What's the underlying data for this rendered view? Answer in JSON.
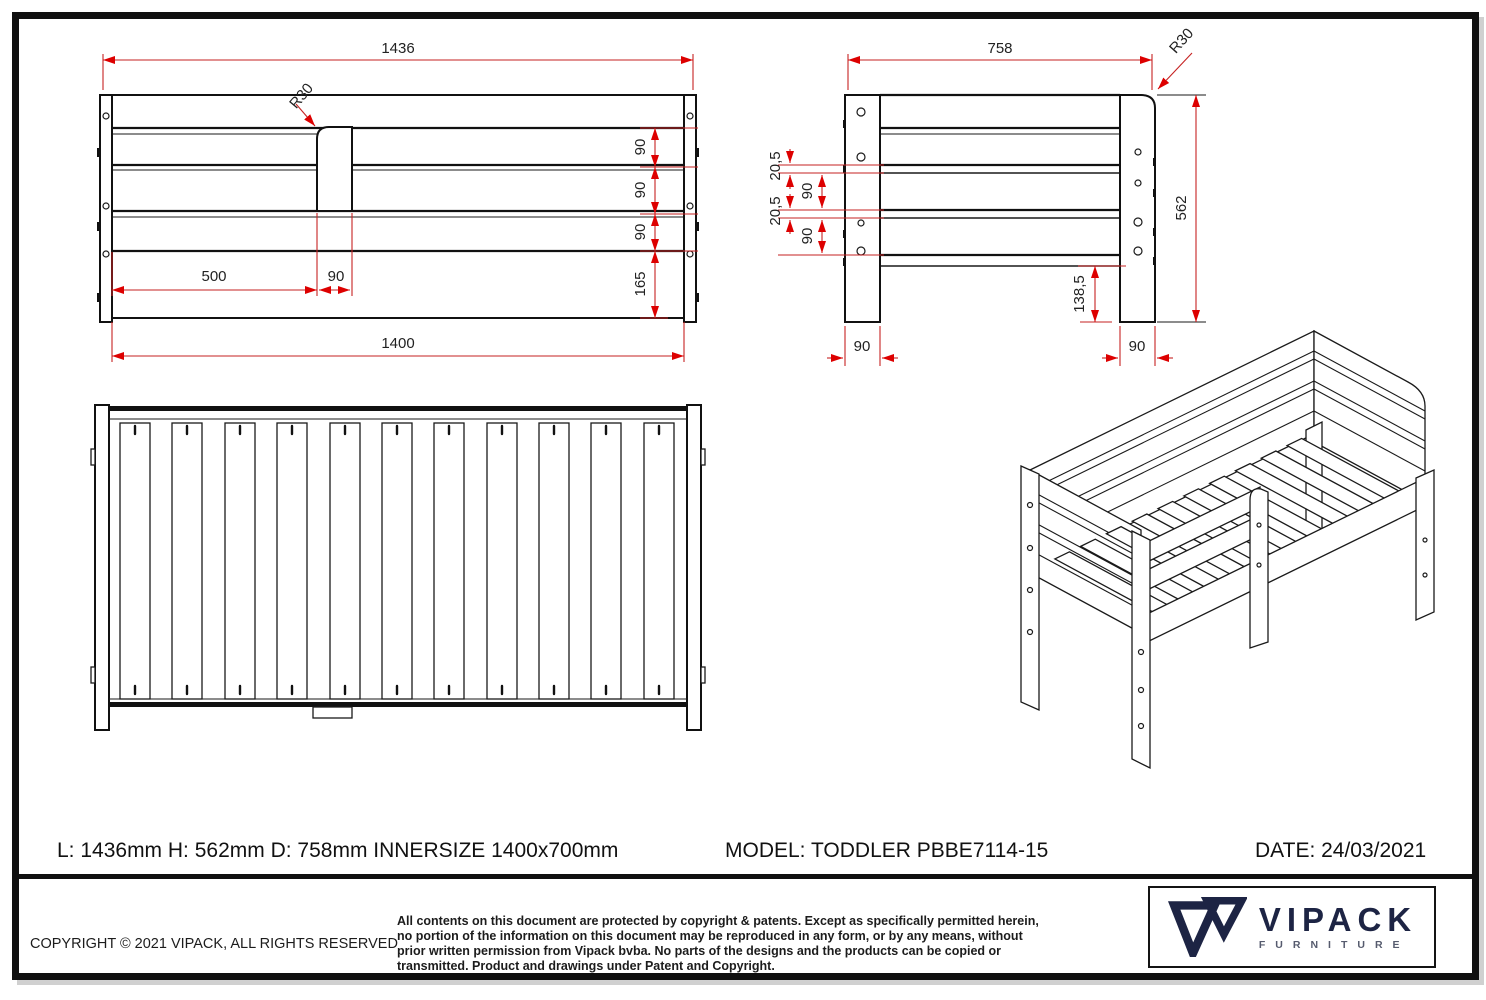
{
  "colors": {
    "line": "#1a1a1a",
    "dim_red": "#c62222",
    "arrow_red": "#dd0000",
    "brand_navy": "#1d2444",
    "brand_gray": "#565b6e"
  },
  "title_row": {
    "dimensions": "L: 1436mm H: 562mm D: 758mm INNERSIZE 1400x700mm",
    "model": "MODEL: TODDLER PBBE7114-15",
    "date": "DATE: 24/03/2021"
  },
  "footer": {
    "copyright": "COPYRIGHT  © 2021 VIPACK, ALL RIGHTS RESERVED",
    "legal_lines": [
      "All contents on this document are protected by copyright & patents. Except as specifically permitted herein,",
      "no portion of the information on this document may be reproduced in any form, or by any means, without",
      "prior written permission from Vipack bvba. No parts of the designs and the products can be copied or",
      "transmitted. Product and drawings under Patent and Copyright."
    ],
    "brand": {
      "name": "VIPACK",
      "tagline": "FURNITURE"
    }
  },
  "front_view": {
    "overall_width": "1436",
    "corner_radius": "R30",
    "board_1": "90",
    "board_2": "90",
    "board_3": "90",
    "leg_height": "165",
    "rail_offset": "500",
    "rail_post_width": "90",
    "inner_length": "1400"
  },
  "side_view": {
    "overall_depth": "758",
    "corner_radius": "R30",
    "gap_1": "20,5",
    "board_1": "90",
    "gap_2": "20,5",
    "board_2": "90",
    "overall_height": "562",
    "under_clearance": "138,5",
    "front_leg_width": "90",
    "back_leg_width": "90"
  }
}
